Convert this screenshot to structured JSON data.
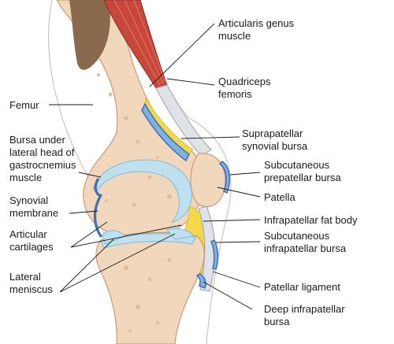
{
  "labels": {
    "articularis_genus": [
      "Articularis genus",
      "muscle"
    ],
    "quadriceps": [
      "Quadriceps",
      "femoris"
    ],
    "femur": [
      "Femur"
    ],
    "bursa_gastrocnemius": [
      "Bursa under",
      "lateral head of",
      "gastrocnemius",
      "muscle"
    ],
    "suprapatellar": [
      "Suprapatellar",
      "synovial bursa"
    ],
    "subcutaneous_prepatellar": [
      "Subcutaneous",
      "prepatellar bursa"
    ],
    "synovial_membrane": [
      "Synovial",
      "membrane"
    ],
    "patella": [
      "Patella"
    ],
    "infrapatellar_fat": [
      "Infrapatellar fat body"
    ],
    "articular_cartilages": [
      "Articular",
      "cartilages"
    ],
    "subcutaneous_infrapatellar": [
      "Subcutaneous",
      "infrapatellar bursa"
    ],
    "patellar_ligament": [
      "Patellar ligament"
    ],
    "lateral_meniscus": [
      "Lateral",
      "meniscus"
    ],
    "deep_infrapatellar": [
      "Deep infrapatellar",
      "bursa"
    ]
  },
  "colors": {
    "bone": "#f1d8bd",
    "cartilage": "#bfe0ee",
    "bursa": "#7fb2e4",
    "synovial_membrane": "#3e6fb0",
    "fat_body": "#f2d84a",
    "muscle": "#c9473a",
    "tendon": "#dfe3e8"
  }
}
